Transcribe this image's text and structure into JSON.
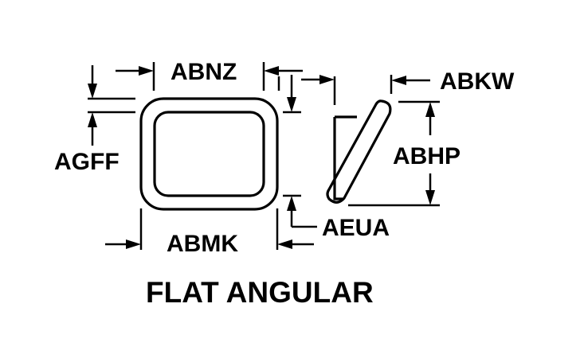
{
  "diagram": {
    "title": "FLAT ANGULAR",
    "labels": {
      "abnz": "ABNZ",
      "abkw": "ABKW",
      "agff": "AGFF",
      "abhp": "ABHP",
      "eua": "AEUA",
      "abmk": "ABMK"
    },
    "colors": {
      "ink": "#000000",
      "background": "#ffffff"
    }
  }
}
